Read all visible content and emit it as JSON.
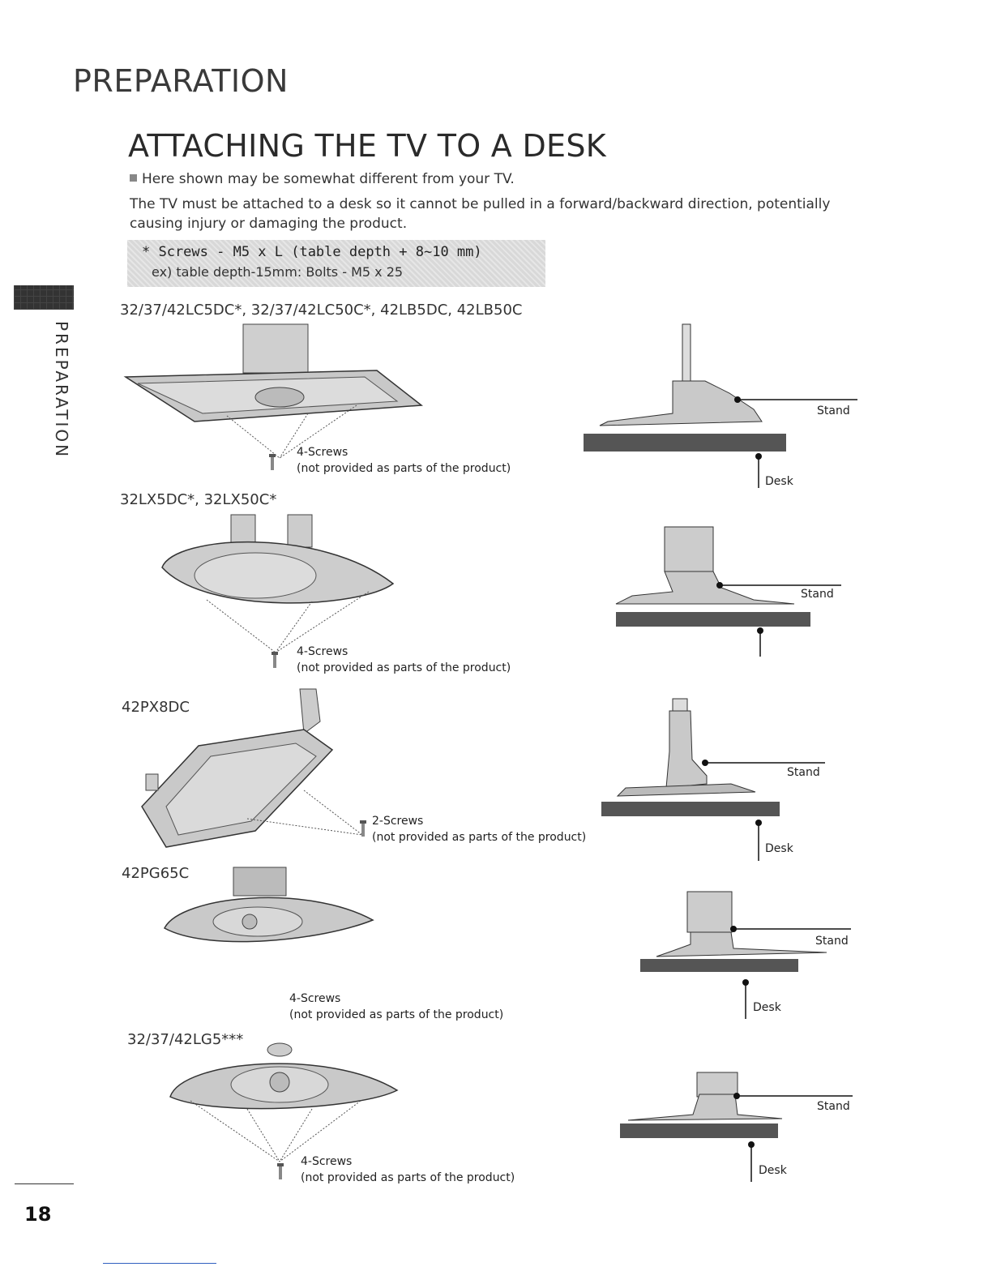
{
  "section_title": "PREPARATION",
  "heading": "ATTACHING THE TV TO A DESK",
  "note": "Here shown may be somewhat different from your TV.",
  "body": "The TV must be attached to a desk so it cannot be pulled in a forward/backward direction, potentially causing injury or damaging the product.",
  "screw_spec": {
    "line1": "* Screws - M5 x L (table depth + 8~10 mm)",
    "line2": "ex) table depth-15mm: Bolts - M5 x 25"
  },
  "side_tab_label": "PREPARATION",
  "models": [
    {
      "name": "32/37/42LC5DC*, 32/37/42LC50C*, 42LB5DC, 42LB50C",
      "screws": "4-Screws",
      "screws_note": "(not provided as parts of the product)",
      "stand_label": "Stand",
      "desk_label": "Desk"
    },
    {
      "name": "32LX5DC*, 32LX50C*",
      "screws": "4-Screws",
      "screws_note": "(not provided as parts of the product)",
      "stand_label": "Stand",
      "desk_label": ""
    },
    {
      "name": "42PX8DC",
      "screws": "2-Screws",
      "screws_note": "(not provided as parts of the product)",
      "stand_label": "Stand",
      "desk_label": "Desk"
    },
    {
      "name": "42PG65C",
      "screws": "4-Screws",
      "screws_note": "(not provided as parts of the product)",
      "stand_label": "Stand",
      "desk_label": "Desk"
    },
    {
      "name": "32/37/42LG5***",
      "screws": "4-Screws",
      "screws_note": "(not provided as parts of the product)",
      "stand_label": "Stand",
      "desk_label": "Desk"
    }
  ],
  "page_number": "18",
  "icons": [
    "screw-icon"
  ]
}
